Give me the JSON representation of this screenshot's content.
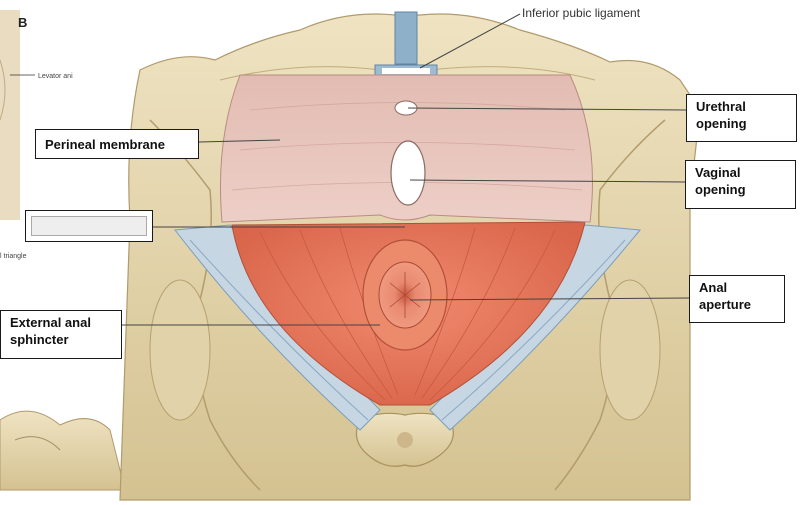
{
  "figure": {
    "panel_letter": "B",
    "inset_labels": {
      "levator": "Levator ani",
      "triangle": "l triangle"
    },
    "top_callout": "Inferior pubic ligament",
    "labels": {
      "perineal_membrane": "Perineal membrane",
      "urethral_opening": "Urethral\nopening",
      "vaginal_opening": "Vaginal\nopening",
      "anal_aperture": "Anal\naperture",
      "external_anal_sphincter": "External anal\nsphincter",
      "blank_answer": ""
    },
    "colors": {
      "bone": "#e6d8b3",
      "bone_shadow": "#c8b484",
      "membrane": "#e8c4bc",
      "muscle": "#e8775c",
      "ligament": "#c3d3e0",
      "ligament_blue": "#6f93b3"
    }
  }
}
